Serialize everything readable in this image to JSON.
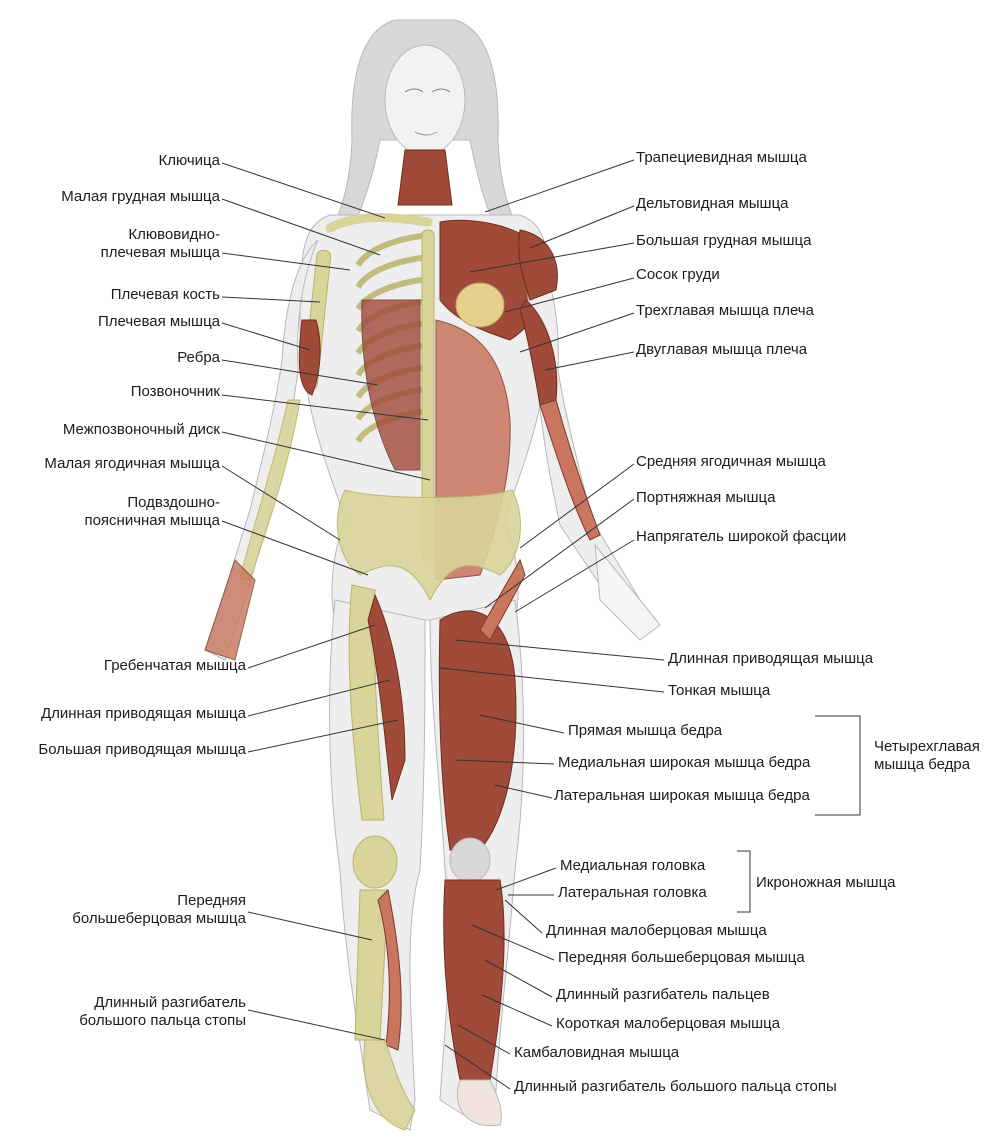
{
  "colors": {
    "skin_outline": "#b8b8b8",
    "skin_fill": "#eeeeee",
    "muscle": "#a04a3a",
    "muscle_light": "#c8765d",
    "bone": "#d9d49a",
    "bone_dark": "#b9b36a",
    "tendon": "#cfd3d8",
    "hair": "#d8d8d8",
    "leader": "#333333"
  },
  "labels_left": [
    {
      "id": "clavicle",
      "text": [
        "Ключица"
      ]
    },
    {
      "id": "pectoralis-minor",
      "text": [
        "Малая грудная мышца"
      ]
    },
    {
      "id": "coracobrachialis",
      "text": [
        "Клювовидно-",
        "плечевая мышца"
      ]
    },
    {
      "id": "humerus",
      "text": [
        "Плечевая кость"
      ]
    },
    {
      "id": "brachialis",
      "text": [
        "Плечевая мышца"
      ]
    },
    {
      "id": "ribs",
      "text": [
        "Ребра"
      ]
    },
    {
      "id": "spine",
      "text": [
        "Позвоночник"
      ]
    },
    {
      "id": "intervertebral-disc",
      "text": [
        "Межпозвоночный диск"
      ]
    },
    {
      "id": "gluteus-minimus",
      "text": [
        "Малая ягодичная мышца"
      ]
    },
    {
      "id": "iliopsoas",
      "text": [
        "Подвздошно-",
        "поясничная мышца"
      ]
    },
    {
      "id": "pectineus",
      "text": [
        "Гребенчатая мышца"
      ]
    },
    {
      "id": "adductor-longus-left",
      "text": [
        "Длинная приводящая мышца"
      ]
    },
    {
      "id": "adductor-magnus",
      "text": [
        "Большая приводящая мышца"
      ]
    },
    {
      "id": "tibialis-anterior-left",
      "text": [
        "Передняя",
        "большеберцовая мышца"
      ]
    },
    {
      "id": "extensor-hallucis-left",
      "text": [
        "Длинный разгибатель",
        "большого пальца стопы"
      ]
    }
  ],
  "labels_right": [
    {
      "id": "trapezius",
      "text": [
        "Трапециевидная мышца"
      ]
    },
    {
      "id": "deltoid",
      "text": [
        "Дельтовидная мышца"
      ]
    },
    {
      "id": "pectoralis-major",
      "text": [
        "Большая грудная мышца"
      ]
    },
    {
      "id": "nipple",
      "text": [
        "Сосок груди"
      ]
    },
    {
      "id": "triceps",
      "text": [
        "Трехглавая мышца плеча"
      ]
    },
    {
      "id": "biceps",
      "text": [
        "Двуглавая мышца плеча"
      ]
    },
    {
      "id": "gluteus-medius",
      "text": [
        "Средняя ягодичная мышца"
      ]
    },
    {
      "id": "sartorius",
      "text": [
        "Портняжная мышца"
      ]
    },
    {
      "id": "tensor-fasciae-latae",
      "text": [
        "Напрягатель широкой фасции"
      ]
    },
    {
      "id": "adductor-longus-right",
      "text": [
        "Длинная приводящая мышца"
      ]
    },
    {
      "id": "gracilis",
      "text": [
        "Тонкая мышца"
      ]
    },
    {
      "id": "rectus-femoris",
      "text": [
        "Прямая мышца бедра"
      ]
    },
    {
      "id": "vastus-medialis",
      "text": [
        "Медиальная широкая мышца бедра"
      ]
    },
    {
      "id": "vastus-lateralis",
      "text": [
        "Латеральная широкая мышца бедра"
      ]
    },
    {
      "id": "medial-head",
      "text": [
        "Медиальная головка"
      ]
    },
    {
      "id": "lateral-head",
      "text": [
        "Латеральная головка"
      ]
    },
    {
      "id": "peroneus-longus",
      "text": [
        "Длинная малоберцовая мышца"
      ]
    },
    {
      "id": "tibialis-anterior-right",
      "text": [
        "Передняя большеберцовая мышца"
      ]
    },
    {
      "id": "extensor-digitorum",
      "text": [
        "Длинный разгибатель пальцев"
      ]
    },
    {
      "id": "peroneus-brevis",
      "text": [
        "Короткая малоберцовая мышца"
      ]
    },
    {
      "id": "soleus",
      "text": [
        "Камбаловидная мышца"
      ]
    },
    {
      "id": "extensor-hallucis-right",
      "text": [
        "Длинный разгибатель большого пальца стопы"
      ]
    }
  ],
  "group_labels": [
    {
      "id": "quadriceps",
      "text": [
        "Четырехглавая",
        "мышца бедра"
      ]
    },
    {
      "id": "gastrocnemius",
      "text": [
        "Икроножная мышца"
      ]
    }
  ]
}
